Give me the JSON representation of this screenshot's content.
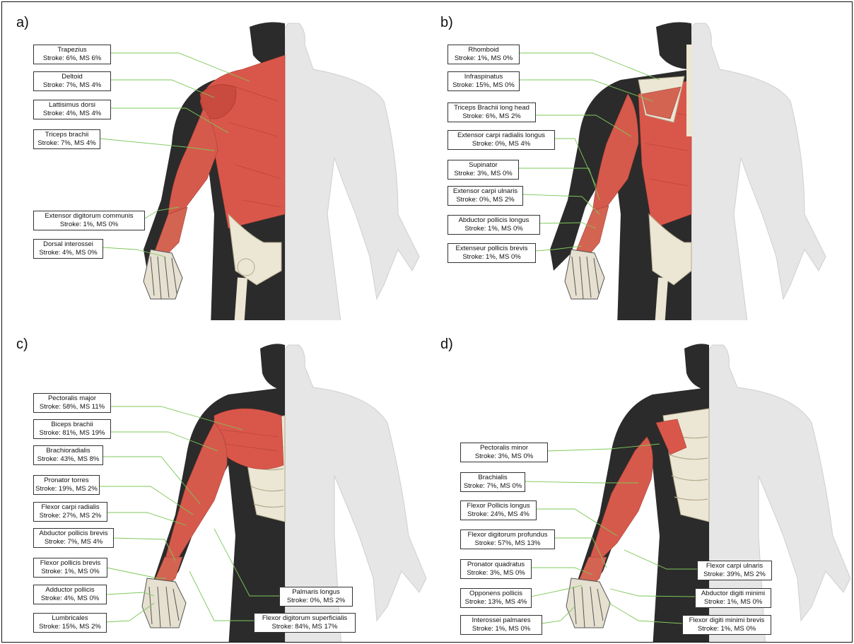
{
  "panels": [
    {
      "label": "a)",
      "callouts": [
        {
          "name": "Trapezius",
          "stats": "Stroke: 6%, MS 6%"
        },
        {
          "name": "Deltoid",
          "stats": "Stroke: 7%, MS 4%"
        },
        {
          "name": "Lattisimus dorsi",
          "stats": "Stroke: 4%, MS 4%"
        },
        {
          "name": "Triceps brachii",
          "stats": "Stroke: 7%, MS 4%"
        },
        {
          "name": "Extensor digitorum communis",
          "stats": "Stroke: 1%, MS 0%"
        },
        {
          "name": "Dorsal interossei",
          "stats": "Stroke: 4%, MS 0%"
        }
      ]
    },
    {
      "label": "b)",
      "callouts": [
        {
          "name": "Rhomboid",
          "stats": "Stroke: 1%, MS 0%"
        },
        {
          "name": "Infraspinatus",
          "stats": "Stroke: 15%, MS 0%"
        },
        {
          "name": "Triceps Brachii long head",
          "stats": "Stroke: 6%, MS 2%"
        },
        {
          "name": "Extensor carpi radialis longus",
          "stats": "Stroke: 0%, MS 4%"
        },
        {
          "name": "Supinator",
          "stats": "Stroke: 3%, MS 0%"
        },
        {
          "name": "Extensor carpi ulnaris",
          "stats": "Stroke: 0%, MS 2%"
        },
        {
          "name": "Abductor pollicis longus",
          "stats": "Stroke: 1%, MS 0%"
        },
        {
          "name": "Extenseur pollicis brevis",
          "stats": "Stroke: 1%, MS 0%"
        }
      ]
    },
    {
      "label": "c)",
      "callouts": [
        {
          "name": "Pectoralis major",
          "stats": "Stroke: 58%, MS 11%"
        },
        {
          "name": "Biceps brachii",
          "stats": "Stroke: 81%, MS 19%"
        },
        {
          "name": "Brachioradialis",
          "stats": "Stroke: 43%, MS 8%"
        },
        {
          "name": "Pronator torres",
          "stats": "Stroke: 19%, MS 2%"
        },
        {
          "name": "Flexor carpi radialis",
          "stats": "Stroke: 27%, MS 2%"
        },
        {
          "name": "Abductor pollicis brevis",
          "stats": "Stroke: 7%, MS 4%"
        },
        {
          "name": "Flexor pollicis brevis",
          "stats": "Stroke: 1%, MS 0%"
        },
        {
          "name": "Adductor pollicis",
          "stats": "Stroke: 4%, MS 0%"
        },
        {
          "name": "Lumbricales",
          "stats": "Stroke: 15%, MS 2%"
        },
        {
          "name": "Palmaris longus",
          "stats": "Stroke: 0%, MS 2%"
        },
        {
          "name": "Flexor digitorum superficialis",
          "stats": "Stroke: 84%, MS 17%"
        }
      ]
    },
    {
      "label": "d)",
      "callouts": [
        {
          "name": "Pectoralis minor",
          "stats": "Stroke: 3%, MS 0%"
        },
        {
          "name": "Brachialis",
          "stats": "Stroke: 7%, MS 0%"
        },
        {
          "name": "Flexor Pollicis longus",
          "stats": "Stroke: 24%, MS 4%"
        },
        {
          "name": "Flexor digitorum profundus",
          "stats": "Stroke: 57%, MS 13%"
        },
        {
          "name": "Pronator quadratus",
          "stats": "Stroke: 3%, MS 0%"
        },
        {
          "name": "Opponens pollicis",
          "stats": "Stroke: 13%, MS 4%"
        },
        {
          "name": "Interossei palmares",
          "stats": "Stroke: 1%, MS 0%"
        },
        {
          "name": "Flexor carpi ulnaris",
          "stats": "Stroke: 39%, MS 2%"
        },
        {
          "name": "Abductor digiti minimi",
          "stats": "Stroke: 1%, MS 0%"
        },
        {
          "name": "Flexor digiti minimi brevis",
          "stats": "Stroke: 1%, MS 0%"
        }
      ]
    }
  ],
  "colors": {
    "muscle": "#d9574a",
    "muscle_dark": "#b63a30",
    "bone": "#ece6d4",
    "silhouette": "#2a2a2a",
    "skin_light": "#e8e8e8",
    "leader": "#7ec85a"
  }
}
